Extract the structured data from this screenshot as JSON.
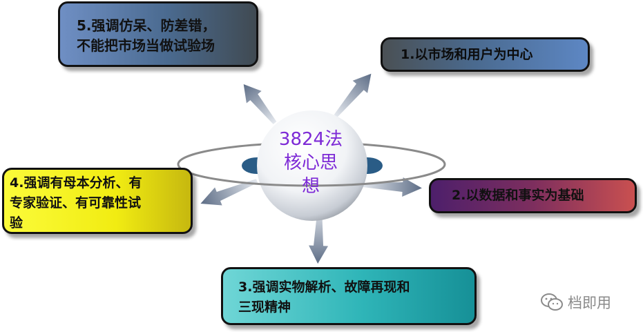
{
  "center": {
    "label": "3824法\n核心思\n想"
  },
  "boxes": {
    "b1": {
      "text": "1.以市场和用户为中心"
    },
    "b2": {
      "text": "2.以数据和事实为基础"
    },
    "b3": {
      "text": "3.强调实物解析、故障再现和\n三现精神"
    },
    "b4": {
      "text": "4.强调有母本分析、有\n专家验证、有可靠性试\n验"
    },
    "b5": {
      "text": "5.强调仿呆、防差错，\n不能把市场当做试验场"
    }
  },
  "watermark": {
    "text": "档即用",
    "icon": "wechat-icon"
  },
  "colors": {
    "center_text": "#7d2ad6",
    "arrow": "#7a8aa0",
    "ring": "#8a8a8a",
    "b1": "#5d87c4",
    "b2": "#c95050",
    "b3": "#2fb5b8",
    "b4": "#f1ec12",
    "b5": "#4a6a8f"
  }
}
